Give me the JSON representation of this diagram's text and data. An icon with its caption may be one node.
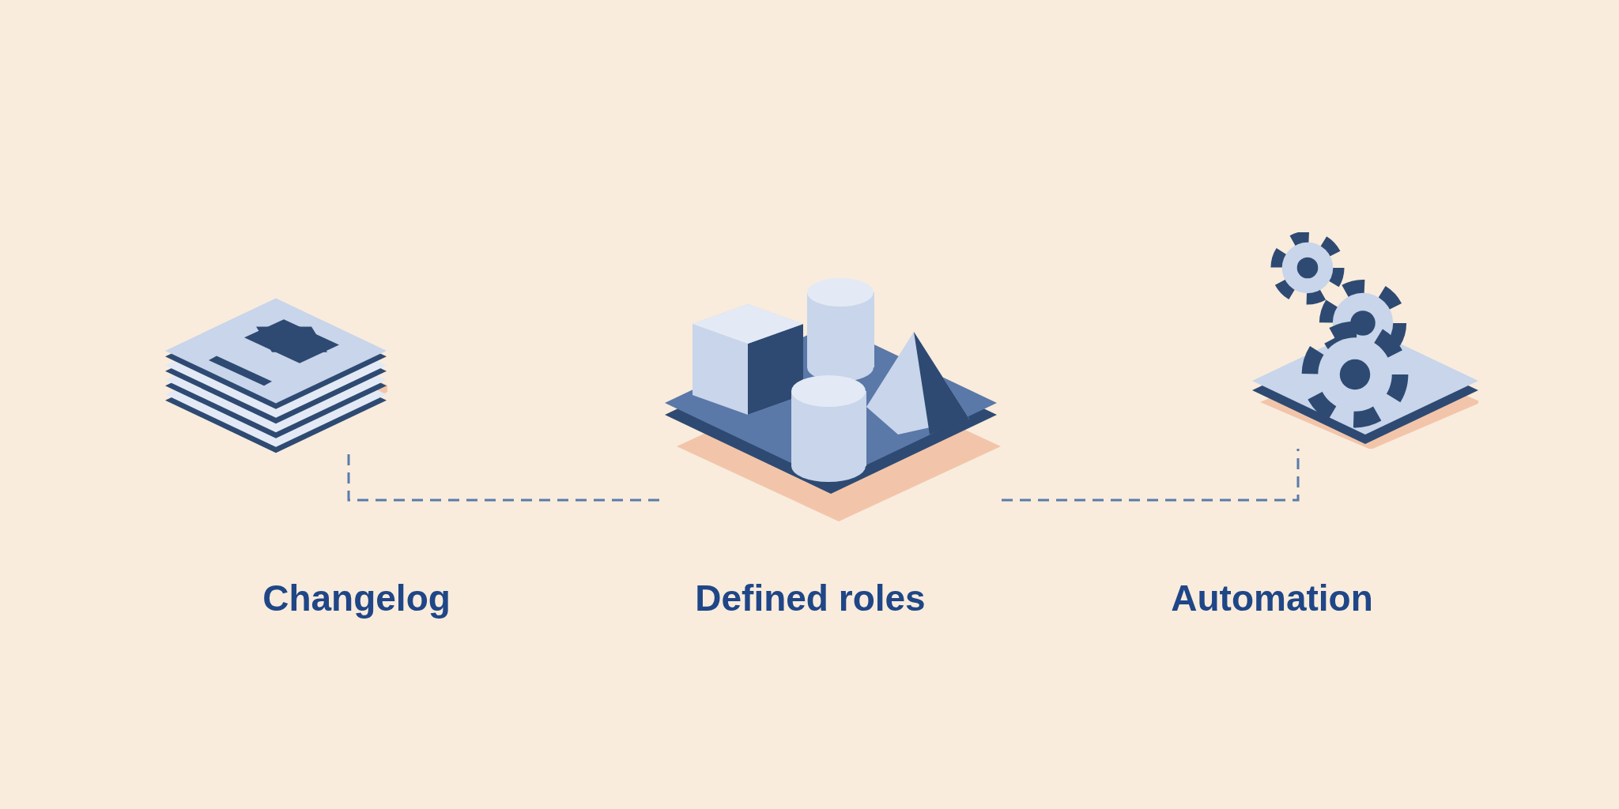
{
  "diagram": {
    "nodes": [
      {
        "text": [],
        "shape": "picture",
        "beside": [
          "Changelog"
        ]
      },
      {
        "text": [],
        "shape": "picture",
        "beside": [
          "Defined roles"
        ]
      },
      {
        "text": [],
        "shape": "picture",
        "beside": [
          "Automation"
        ]
      }
    ],
    "edges": [
      {
        "from": 0,
        "to": 1,
        "arrow": "none",
        "style": "dashed"
      },
      {
        "from": 1,
        "to": 2,
        "arrow": "none",
        "style": "dashed"
      }
    ]
  }
}
